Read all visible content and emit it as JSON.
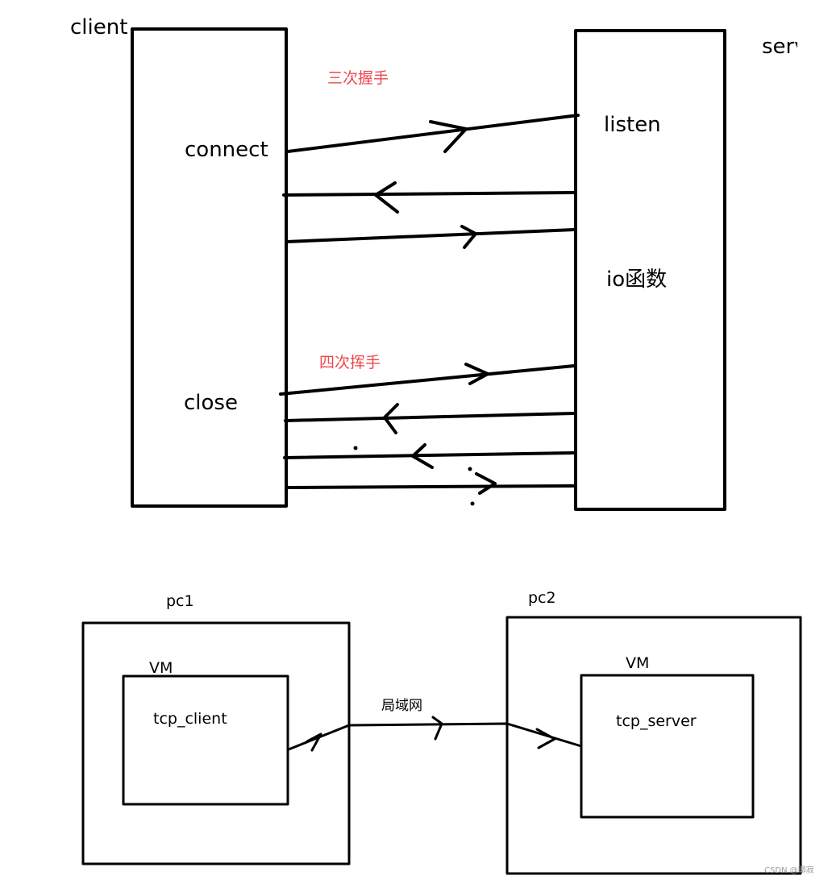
{
  "top_diagram": {
    "client_label": "client",
    "server_label": "serv",
    "connect_label": "connect",
    "close_label": "close",
    "listen_label": "listen",
    "io_label": "io函数",
    "handshake_label": "三次握手",
    "wave_label": "四次挥手"
  },
  "bottom_diagram": {
    "pc1_label": "pc1",
    "pc2_label": "pc2",
    "vm1_label": "VM",
    "vm2_label": "VM",
    "client_box_label": "tcp_client",
    "server_box_label": "tcp_server",
    "lan_label": "局域网"
  },
  "watermark": "CSDN @聊寂",
  "colors": {
    "ink": "#000000",
    "annotation": "#f0454f"
  }
}
